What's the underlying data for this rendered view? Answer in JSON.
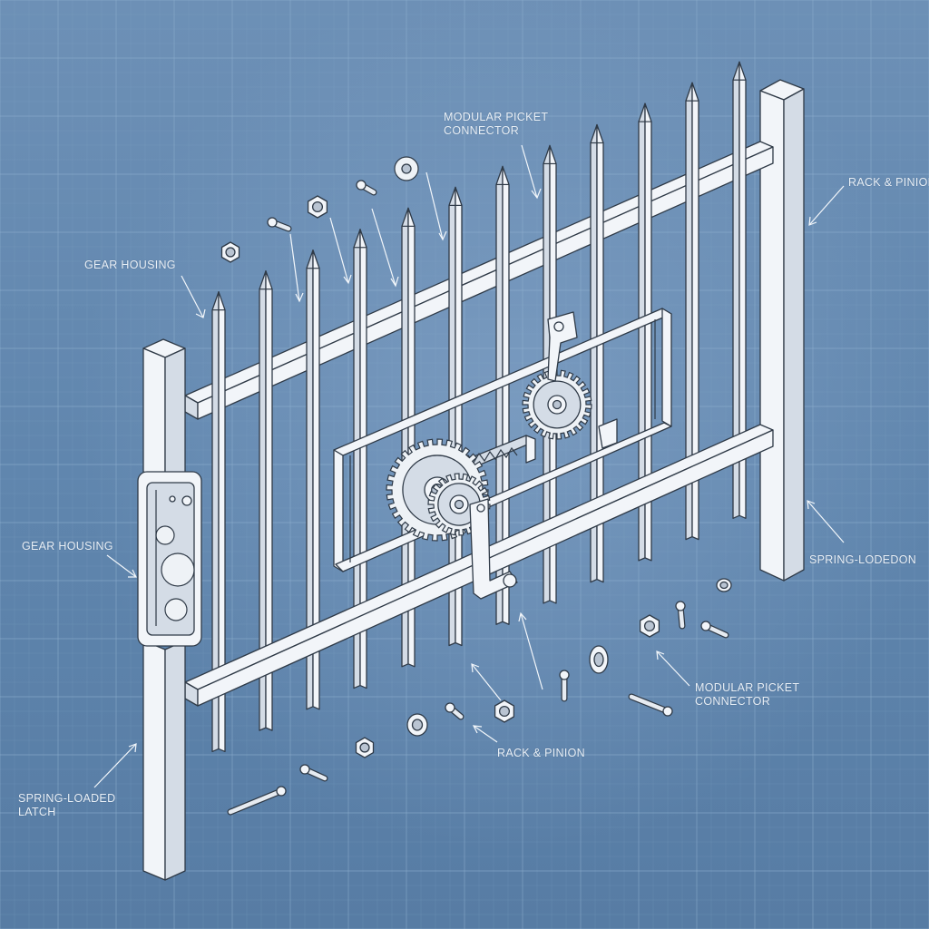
{
  "labels": {
    "modular_picket_connector_top": "MODULAR PICKET\nCONNECTOR",
    "gear_housing_upper": "GEAR HOUSING",
    "gear_housing_left": "GEAR HOUSING",
    "rack_pinion_right": "RACK & PINION",
    "spring_loaded_right": "SPRING-LODEDON",
    "modular_picket_connector_bottom": "MODULAR PICKET\nCONNECTOR",
    "rack_pinion_bottom": "RACK & PINION",
    "spring_loaded_latch": "SPRING-LOADED\nLATCH"
  },
  "colors": {
    "background": "#5f85ad",
    "grid_line": "#8fb0cf",
    "steel": "#f2f5f9",
    "outline": "#2f3a47",
    "leader_line": "#f3f7fb"
  }
}
